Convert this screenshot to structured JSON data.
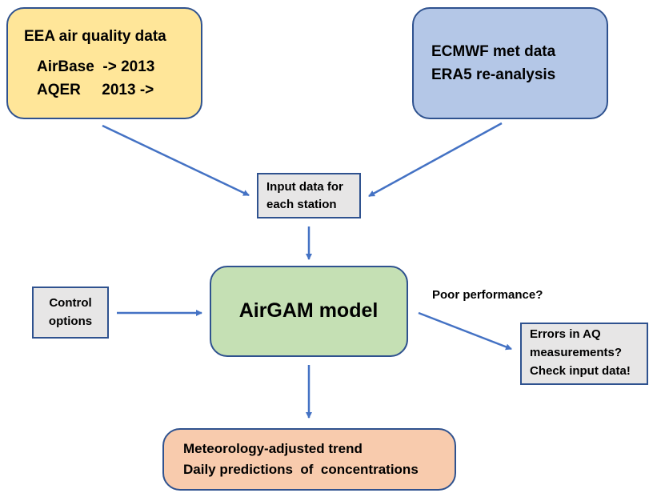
{
  "colors": {
    "border": "#2f528f",
    "arrow": "#4472c4",
    "eea_fill": "#ffe699",
    "ecmwf_fill": "#b4c7e7",
    "grey_fill": "#e7e6e6",
    "model_fill": "#c5e0b4",
    "output_fill": "#f8cbad"
  },
  "nodes": {
    "eea": {
      "title": "EEA air quality data",
      "line1": "AirBase  -> 2013",
      "line2": "AQER     2013 ->"
    },
    "ecmwf": {
      "line1": "ECMWF met data",
      "line2": "ERA5 re-analysis"
    },
    "input": {
      "line1": "Input data for",
      "line2": "each station"
    },
    "control": {
      "line1": "Control",
      "line2": "options"
    },
    "model": {
      "label": "AirGAM model"
    },
    "errors": {
      "line1": "Errors in AQ",
      "line2": "measurements?",
      "line3": "Check input data!"
    },
    "output": {
      "line1": "Meteorology-adjusted trend",
      "line2": "Daily predictions  of  concentrations"
    }
  },
  "annotations": {
    "poor_performance": "Poor performance?"
  }
}
